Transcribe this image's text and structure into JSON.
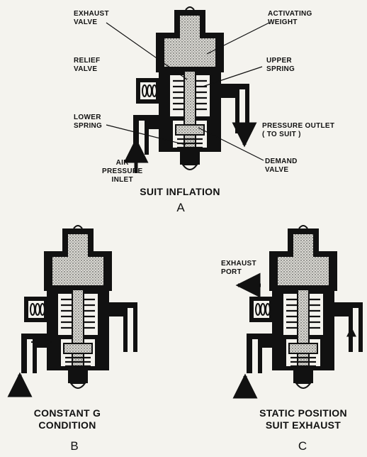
{
  "panel_a": {
    "labels": {
      "exhaust_valve": "EXHAUST\nVALVE",
      "activating_weight": "ACTIVATING\nWEIGHT",
      "relief_valve": "RELIEF\nVALVE",
      "upper_spring": "UPPER\nSPRING",
      "lower_spring": "LOWER\nSPRING",
      "pressure_outlet": "PRESSURE OUTLET\n( TO SUIT )",
      "air_pressure_inlet": "AIR\nPRESSURE\nINLET",
      "demand_valve": "DEMAND\nVALVE"
    },
    "caption": "SUIT INFLATION",
    "letter": "A"
  },
  "panel_b": {
    "caption": "CONSTANT G\nCONDITION",
    "letter": "B"
  },
  "panel_c": {
    "labels": {
      "exhaust_port": "EXHAUST\nPORT"
    },
    "caption": "STATIC POSITION\nSUIT EXHAUST",
    "letter": "C"
  }
}
